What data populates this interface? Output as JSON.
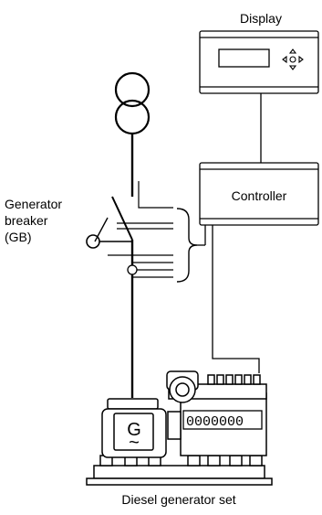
{
  "display": {
    "title": "Display",
    "nav_icon": "arrow-keypad-icon"
  },
  "controller": {
    "label": "Controller"
  },
  "breaker": {
    "label_line1": "Generator",
    "label_line2": "breaker",
    "label_line3": "(GB)"
  },
  "generator": {
    "symbol": "G",
    "wave": "~"
  },
  "genset": {
    "caption": "Diesel generator set",
    "digits": "0000000"
  },
  "colors": {
    "line": "#000000",
    "fill": "#ffffff"
  }
}
